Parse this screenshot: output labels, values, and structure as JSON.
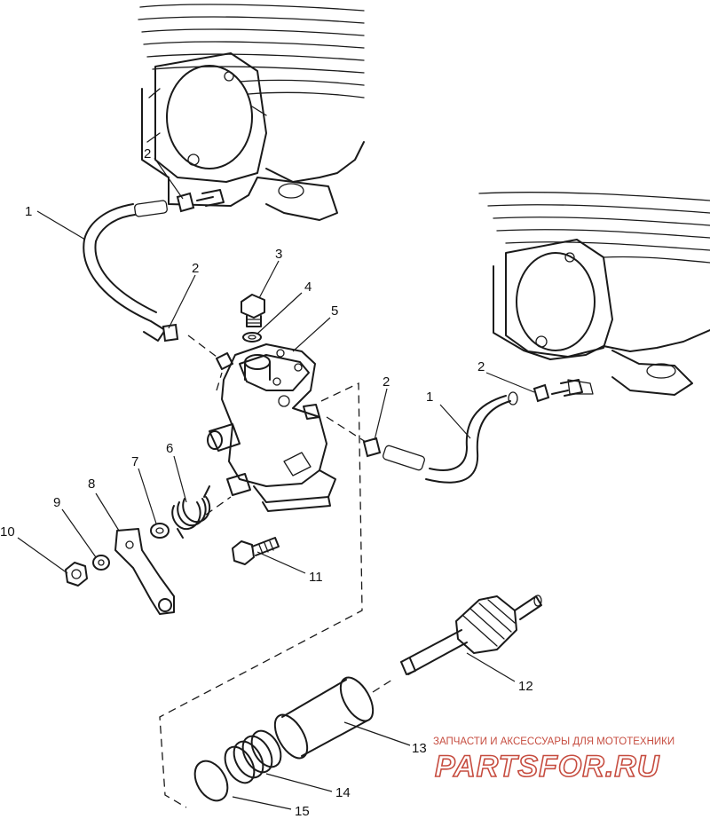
{
  "callouts": {
    "c1a": "1",
    "c1b": "1",
    "c2a": "2",
    "c2b": "2",
    "c2c": "2",
    "c2d": "2",
    "c3": "3",
    "c4": "4",
    "c5": "5",
    "c6": "6",
    "c7": "7",
    "c8": "8",
    "c9": "9",
    "c10": "10",
    "c11": "11",
    "c12": "12",
    "c13": "13",
    "c14": "14",
    "c15": "15"
  },
  "watermark": {
    "tagline": "ЗАПЧАСТИ И АКСЕССУАРЫ ДЛЯ МОТОТЕХНИКИ",
    "logo": "PARTSFOR.RU"
  }
}
